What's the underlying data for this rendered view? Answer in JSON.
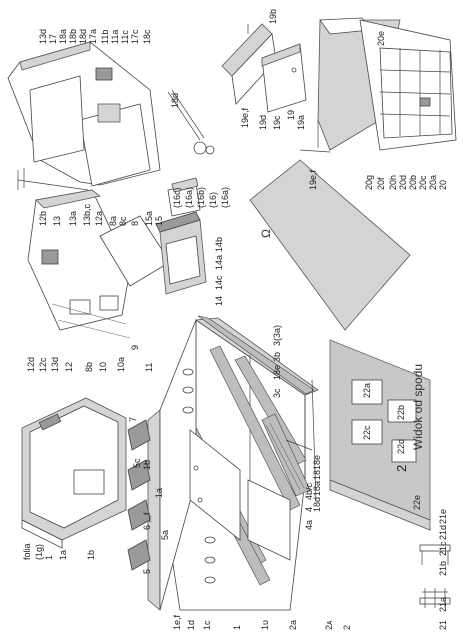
{
  "labels": {
    "folia": "folia",
    "l1g": "(1g)",
    "l1": "1",
    "l1a": "1a",
    "l1b": "1b",
    "l1ef": "1e,f",
    "l1d": "1d",
    "l1c": "1c",
    "l1bottom": "1",
    "l1u": "1ᴜ",
    "l2a_left": "2a",
    "l2a2": "2ᴀ",
    "l2": "2",
    "l4a": "4a",
    "l4": "4",
    "l4bc": "4b/c",
    "l5a": "5a",
    "l5": "5",
    "l5c": "5c",
    "l6": "6 ,,,f",
    "l1a_mid": "1a",
    "l1b_mid": "1b",
    "l7": "7",
    "l3c": "3c",
    "l18e_mid": "18e",
    "l3b": "3b",
    "l3": "3(3a)",
    "l18e": "18e",
    "l18": "18",
    "l18a": "18a",
    "l18d_low": "18d",
    "l12d": "12d",
    "l12c": "12c",
    "l13d": "13d",
    "l12": "12",
    "l8b": "8b",
    "l10": "10",
    "l10a": "10a",
    "l9": "9",
    "l11": "11",
    "l12b": "12b",
    "l13": "13",
    "l13a": "13a",
    "l13bc": "13b,c",
    "l12a": "12a",
    "l8a": "8a",
    "l8c": "8c",
    "l8": "8",
    "l15a": "15a",
    "l15": "15",
    "l16c": "(16c)",
    "l16a": "(16a)",
    "l16b": "(16b)",
    "l16": "(16)",
    "l16a2": "(16a)",
    "l14": "14",
    "l14c": "14c",
    "l14a": "14a",
    "l14b": "14b",
    "l13d_top": "13d",
    "l17": "17",
    "l18a_top": "18a",
    "l18b": "18b",
    "l18d_top": "18d",
    "l17a": "17a",
    "l11b": "11b",
    "l11a": "11a",
    "l11c": "11c",
    "l17c": "17c",
    "l18c": "18c",
    "l18d_mid": "18d",
    "l19b": "19b",
    "l19ef_top": "19e,f",
    "l19d": "19d",
    "l19c": "19c",
    "l19": "19",
    "l19a": "19a",
    "l20e": "20e",
    "l19ef": "19e,f",
    "l20g": "20g",
    "l20f": "20f",
    "l20h": "20h",
    "l20d": "20d",
    "l20b": "20b",
    "l20c": "20c",
    "l20a": "20a",
    "l20": "20",
    "l21": "21",
    "l21a": "21a",
    "l21b": "21b",
    "l21c": "21c",
    "l21d": "21d",
    "l21e": "21e",
    "base_number": "2",
    "base_text": "Widok od spodu",
    "l22a": "22a",
    "l22c": "22c",
    "l22b": "22b",
    "l22d": "22d",
    "l22e": "22e"
  },
  "colors": {
    "line": "#444444",
    "base_gray": "#c8c8c8",
    "panel_gray": "#bdbdbd"
  }
}
